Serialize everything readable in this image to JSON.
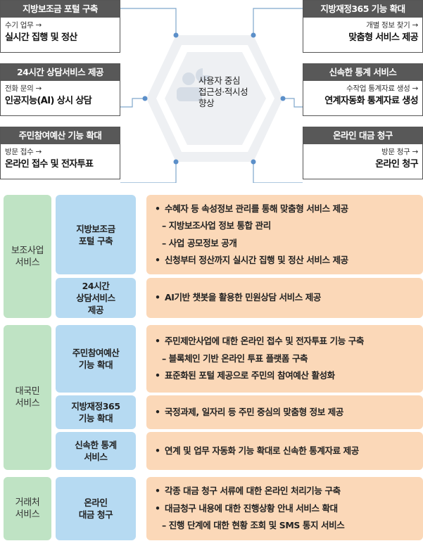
{
  "diagram": {
    "center_text": [
      "사용자 중심",
      "접근성·적시성",
      "향상"
    ],
    "boxes_left": [
      {
        "title": "지방보조금 포털 구축",
        "before": "수기 업무 →",
        "after": "실시간 집행 및 정산"
      },
      {
        "title": "24시간 상담서비스 제공",
        "before": "전화 문의 →",
        "after": "인공지능(AI) 상시 상담"
      },
      {
        "title": "주민참여예산 기능 확대",
        "before": "방문 접수 →",
        "after": "온라인 접수 및 전자투표"
      }
    ],
    "boxes_right": [
      {
        "title": "지방재정365 기능 확대",
        "before": "개별 정보 찾기 →",
        "after": "맞춤형 서비스 제공"
      },
      {
        "title": "신속한  통계 서비스",
        "before": "수작업 통계자료 생성 →",
        "after": "연계자동화 통계자료 생성"
      },
      {
        "title": "온라인 대금 청구",
        "before": "방문 청구 →",
        "after": "온라인 청구"
      }
    ],
    "accent_color": "#5b8fc9"
  },
  "table": {
    "groups": [
      {
        "name": "보조사업\n서비스",
        "rows": [
          {
            "service": "지방보조금\n포털 구축",
            "items": [
              {
                "t": "bul",
                "text": "수혜자 등 속성정보 관리를 통해 맞춤형 서비스 제공"
              },
              {
                "t": "sub",
                "text": "– 지방보조사업 정보 통합 관리"
              },
              {
                "t": "sub",
                "text": "– 사업 공모정보 공개"
              },
              {
                "t": "bul",
                "text": "신청부터 정산까지 실시간 집행 및 정산 서비스 제공"
              }
            ]
          },
          {
            "service": "24시간\n상담서비스\n제공",
            "items": [
              {
                "t": "bul",
                "text": "AI기반 챗봇을 활용한 민원상담 서비스 제공"
              }
            ]
          }
        ]
      },
      {
        "name": "대국민\n서비스",
        "rows": [
          {
            "service": "주민참여예산\n기능 확대",
            "items": [
              {
                "t": "bul",
                "text": "주민제안사업에 대한 온라인 접수 및 전자투표 기능 구축"
              },
              {
                "t": "sub",
                "text": "– 블록체인 기반 온라인 투표 플랫폼 구축"
              },
              {
                "t": "bul",
                "text": "표준화된 포털 제공으로 주민의 참여예산 활성화"
              }
            ]
          },
          {
            "service": "지방재정365\n기능 확대",
            "items": [
              {
                "t": "bul",
                "text": "국정과제, 일자리 등 주민 중심의 맞춤형 정보 제공"
              }
            ]
          },
          {
            "service": "신속한 통계\n서비스",
            "items": [
              {
                "t": "bul",
                "text": "연계 및 업무 자동화 기능 확대로 신속한 통계자료 제공"
              }
            ]
          }
        ]
      },
      {
        "name": "거래처\n서비스",
        "rows": [
          {
            "service": "온라인\n대금 청구",
            "items": [
              {
                "t": "bul",
                "text": "각종 대금 청구 서류에 대한 온라인 처리기능 구축"
              },
              {
                "t": "bul",
                "text": "대금청구 내용에 대한 진행상황 안내 서비스 확대"
              },
              {
                "t": "sub",
                "text": "– 진행 단계에 대한 현황 조회 및 SMS 통지 서비스"
              }
            ]
          }
        ]
      }
    ]
  }
}
